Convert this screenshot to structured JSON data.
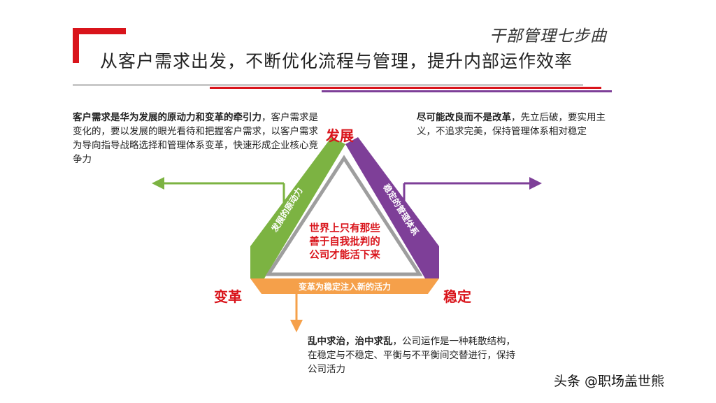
{
  "header": {
    "series_title": "干部管理七步曲",
    "main_title": "从客户需求出发，不断优化流程与管理，提升内部运作效率"
  },
  "nodes": {
    "top": "发展",
    "left": "变革",
    "right": "稳定"
  },
  "edges": {
    "left": "发展的原动力",
    "right": "稳定的管理体系",
    "bottom": "变革为稳定注入新的活力"
  },
  "center": {
    "line1": "世界上只有那些",
    "line2": "善于自我批判的",
    "line3": "公司才能活下来"
  },
  "blocks": {
    "top_left": {
      "bold": "客户需求是华为发展的原动力和变革的牵引力",
      "rest": "，客户需求是变化的，要以发展的眼光看待和把握客户需求，以客户需求为导向指导战略选择和管理体系变革，快速形成企业核心竞争力"
    },
    "top_right": {
      "bold": "尽可能改良而不是改革",
      "rest": "，先立后破，要实用主义，不追求完美，保持管理体系相对稳定"
    },
    "bottom": {
      "bold": "乱中求治，治中求乱",
      "rest": "，公司运作是一种耗散结构，在稳定与不稳定、平衡与不平衡间交替进行，保持公司活力"
    }
  },
  "watermark": "头条 @职场盖世熊",
  "colors": {
    "accent_red": "#d9141b",
    "green": "#7cb342",
    "purple": "#7e3f98",
    "orange": "#f5a04a",
    "gray": "#9e9e9e"
  }
}
